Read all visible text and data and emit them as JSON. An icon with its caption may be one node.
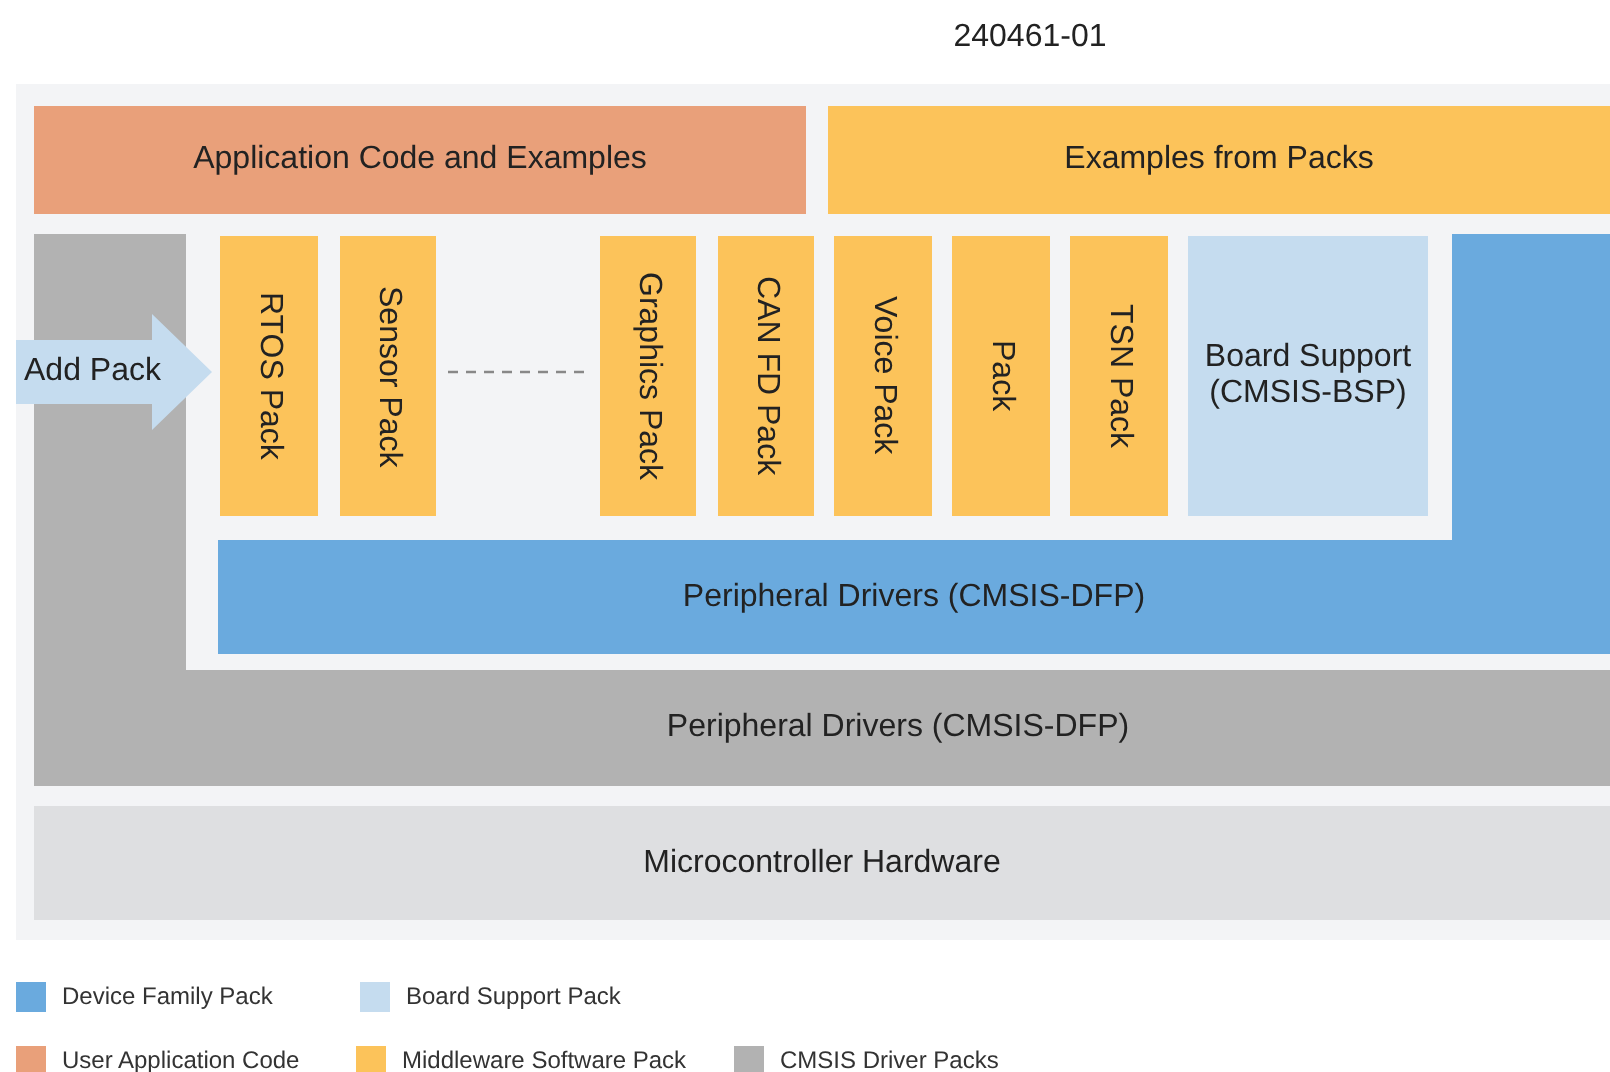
{
  "diagram": {
    "nodes": [
      {
        "text": [
          "Application Code and Examples"
        ]
      },
      {
        "text": [
          "Examples from Packs"
        ]
      },
      {
        "text": [
          "Add Pack"
        ]
      },
      {
        "text": [
          "RTOS Pack"
        ]
      },
      {
        "text": [
          "Sensor Pack"
        ]
      },
      {
        "text": [
          "Graphics Pack"
        ]
      },
      {
        "text": [
          "CAN FD Pack"
        ]
      },
      {
        "text": [
          "Voice Pack"
        ]
      },
      {
        "text": [
          "Pack"
        ]
      },
      {
        "text": [
          "TSN Pack"
        ]
      },
      {
        "text": [
          "Board Support (CMSIS-BSP)"
        ]
      },
      {
        "text": [
          "Peripheral Drivers (CMSIS-DFP)"
        ]
      },
      {
        "text": [
          "Peripheral Drivers (CMSIS-DFP)"
        ]
      },
      {
        "text": [
          "Microcontroller Hardware"
        ]
      }
    ],
    "edges": [
      {
        "from": 4,
        "to": 5,
        "arrow": "none",
        "style": "dashed"
      }
    ],
    "labels": [
      "240461-01"
    ],
    "legend": [
      {
        "text": "Device Family Pack",
        "color": "#6aaade"
      },
      {
        "text": "Board Support Pack",
        "color": "#c5dcef"
      },
      {
        "text": "User Application Code",
        "color": "#e9a07a"
      },
      {
        "text": "Middleware Software Pack",
        "color": "#fcc35a"
      },
      {
        "text": "CMSIS Driver Packs",
        "color": "#b2b2b2"
      }
    ]
  }
}
